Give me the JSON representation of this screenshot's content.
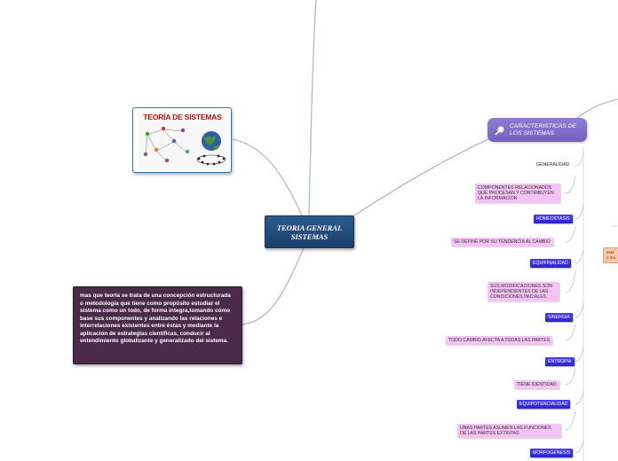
{
  "central": {
    "title": "TEORIA GENERAL SISTEMAS"
  },
  "image_card": {
    "title": "TEORÍA DE SISTEMAS"
  },
  "description": {
    "text": "mas que teoría se trata de una concepción estructurada o metodología que tiene como propósito estudiar el sistema como un todo, de forma integra,tomando cómo base sus componentes y analizando las relaciones e interrelaciones existentes entre éstas y mediante la aplicación de estrategias científicas, conducir al entendimiento globalizante y generalizado del sistema."
  },
  "caracteristicas": {
    "title": "CARACTERISTICAS DE LOS SISTEMAS"
  },
  "items": [
    {
      "label": "GENERALIDAD",
      "style": "plain"
    },
    {
      "label": "COMPONENTES RELACIONADOS QUE PROCESAN Y CONTRIBUYEN LA INFORMACION",
      "style": "pink"
    },
    {
      "label": "HOMEOSTASIS",
      "style": "blue"
    },
    {
      "label": "SE DEFINE POR SU TENDENCIA AL CAMBIO",
      "style": "pink"
    },
    {
      "label": "EQUIFINALIDAD",
      "style": "blue"
    },
    {
      "label": "SUS MODIFICACIONES SON INDEPENDIENTES DE LAS CONDICIONES INICIALES",
      "style": "pink"
    },
    {
      "label": "SINERGIA",
      "style": "blue"
    },
    {
      "label": "TODO CAMBIO AFECTA A TODAS LAS PARTES",
      "style": "pink"
    },
    {
      "label": "ENTROPIA",
      "style": "blue"
    },
    {
      "label": "TIENE IDENTIDAD",
      "style": "pink"
    },
    {
      "label": "EQUIPOTENCIALIDAD",
      "style": "blue"
    },
    {
      "label": "UNAS PARTES ASUMEN LAS FUNCIONES DE LAS PARTES EXTINTAS",
      "style": "pink"
    },
    {
      "label": "MORFOGENESIS",
      "style": "blue"
    }
  ],
  "edge_note": {
    "line1": "esta",
    "line2": "o mu"
  },
  "colors": {
    "central": "#1b3f6c",
    "description": "#4a2a48",
    "caracteristicas": "#7562bf",
    "blue_leaf": "#2e22c9",
    "pink_leaf": "#f4c2f4",
    "connector": "#a9b6c6"
  }
}
